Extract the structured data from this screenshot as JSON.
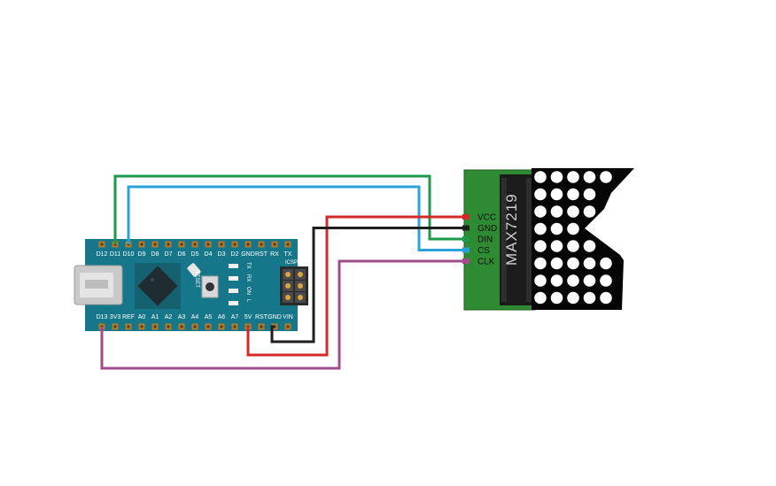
{
  "arduino": {
    "top_pins": [
      "D12",
      "D11",
      "D10",
      "D9",
      "D8",
      "D7",
      "D6",
      "D5",
      "D4",
      "D3",
      "D2",
      "GND",
      "RST",
      "RX",
      "TX"
    ],
    "bottom_pins": [
      "D13",
      "3V3",
      "REF",
      "A0",
      "A1",
      "A2",
      "A3",
      "A4",
      "A5",
      "A6",
      "A7",
      "5V",
      "RST",
      "GND",
      "VIN"
    ],
    "led_labels": [
      "TX",
      "RX",
      "ON",
      "L"
    ],
    "reset_label": "RESET",
    "icsp_label": "ICSP"
  },
  "module": {
    "chip_label": "MAX7219",
    "pins": [
      "VCC",
      "GND",
      "DIN",
      "CS",
      "CLK"
    ]
  },
  "wires": [
    {
      "from": "D11",
      "to": "DIN",
      "color": "#1a9a4a"
    },
    {
      "from": "D10",
      "to": "CS",
      "color": "#2aa3dc"
    },
    {
      "from": "5V",
      "to": "VCC",
      "color": "#d42a2a"
    },
    {
      "from": "GND",
      "to": "GND",
      "color": "#1e1e1e"
    },
    {
      "from": "D13",
      "to": "CLK",
      "color": "#a24d8a"
    }
  ]
}
